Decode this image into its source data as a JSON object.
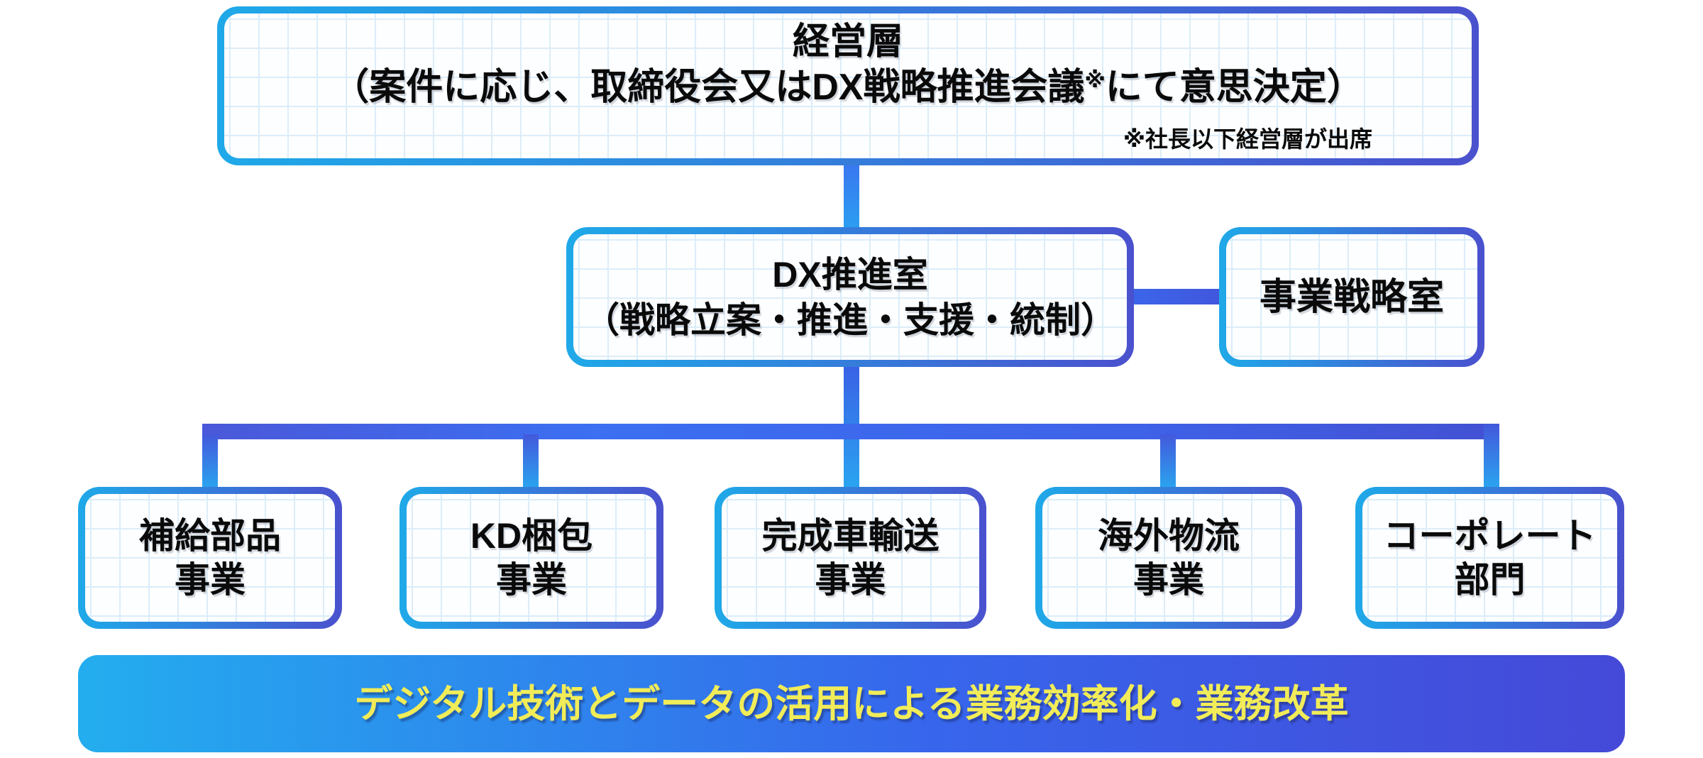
{
  "colors": {
    "box_border_gradient_start": "#1FA9E8",
    "box_border_gradient_end": "#4A51CE",
    "connector_blue": "#3C6FF2",
    "connector_cyan": "#29A8F0",
    "connector_indigo": "#4351D3",
    "grid_line": "#DCEDF9",
    "box_fill": "#FDFEFF",
    "box_text": "#0A0A0A",
    "banner_gradient_start": "#23ADEE",
    "banner_gradient_end": "#4549D8",
    "banner_text": "#F1EC58"
  },
  "org_chart": {
    "top_box": {
      "line1": "経営層",
      "line2_pre": "（案件に応じ、取締役会又はDX戦略推進会議",
      "line2_marker": "※",
      "line2_post": "にて意思決定）",
      "note": "※社長以下経営層が出席"
    },
    "dx_box": {
      "line1": "DX推進室",
      "line2": "（戦略立案・推進・支援・統制）"
    },
    "side_box": {
      "label": "事業戦略室"
    },
    "bottom_boxes": [
      {
        "line1": "補給部品",
        "line2": "事業"
      },
      {
        "line1": "KD梱包",
        "line2": "事業"
      },
      {
        "line1": "完成車輸送",
        "line2": "事業"
      },
      {
        "line1": "海外物流",
        "line2": "事業"
      },
      {
        "line1": "コーポレート",
        "line2": "部門"
      }
    ],
    "banner": {
      "label": "デジタル技術とデータの活用による業務効率化・業務改革"
    }
  }
}
